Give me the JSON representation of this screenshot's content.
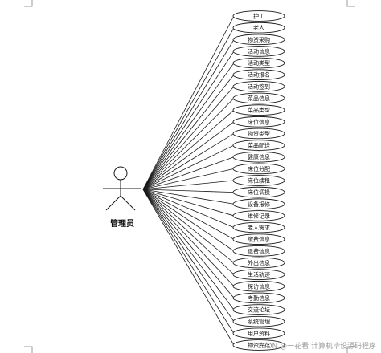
{
  "diagram": {
    "actor": {
      "label": "管理员"
    },
    "use_cases": [
      "护工",
      "老人",
      "物资采购",
      "活动信息",
      "活动类型",
      "活动报名",
      "活动签到",
      "菜品信息",
      "菜品类型",
      "床位信息",
      "物资类型",
      "菜品配送",
      "健康信息",
      "床位分配",
      "床位续租",
      "床位调换",
      "设备报修",
      "维修记录",
      "老人需求",
      "缴费信息",
      "退费信息",
      "外出信息",
      "生活轨迹",
      "探访信息",
      "考勤信息",
      "交流论坛",
      "系统管理",
      "用户资料",
      "物资库存"
    ]
  },
  "watermark": {
    "text": "CSDN @一花看  计算机毕设源码程序"
  }
}
